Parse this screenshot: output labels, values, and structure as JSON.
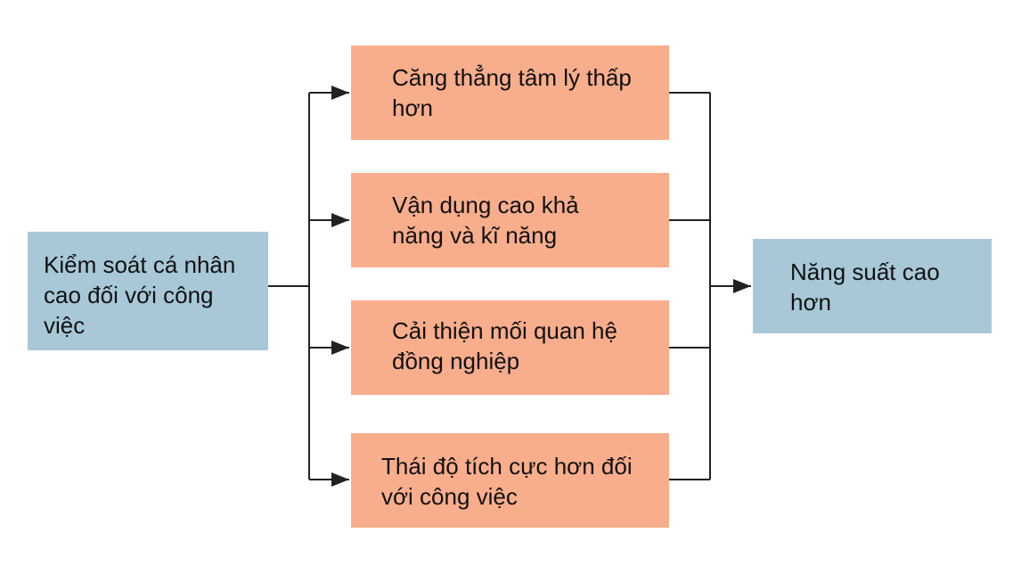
{
  "source": {
    "text": "Kiểm soát cá nhân cao đối với công việc",
    "color": "#a8c8d8"
  },
  "effects": [
    {
      "text": "Căng thẳng tâm lý thấp hơn"
    },
    {
      "text": "Vận dụng cao khả năng và kĩ năng"
    },
    {
      "text": "Cải thiện mối quan hệ đồng nghiệp"
    },
    {
      "text": "Thái độ tích cực hơn đối với công việc"
    }
  ],
  "effect_color": "#f8ad8c",
  "result": {
    "text": "Năng suất cao hơn",
    "color": "#a8c8d8"
  }
}
